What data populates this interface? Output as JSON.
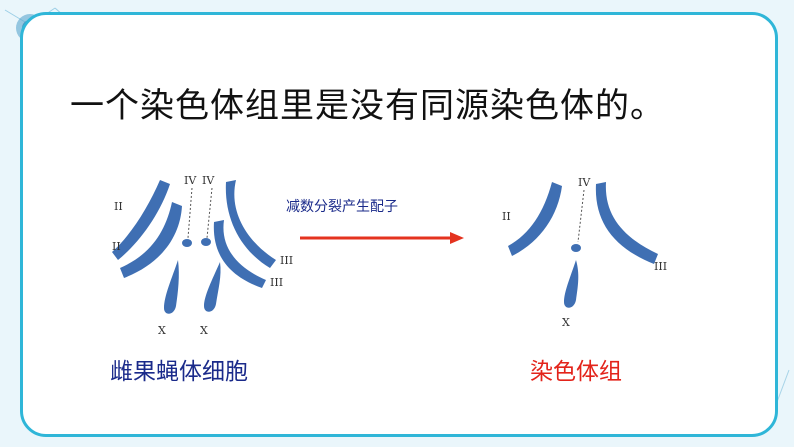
{
  "slide": {
    "headline": "一个染色体组里是没有同源染色体的。",
    "process_label": "减数分裂产生配子",
    "left_caption": "雌果蝇体细胞",
    "right_caption": "染色体组"
  },
  "left_labels": {
    "II_a": "II",
    "II_b": "II",
    "IV_a": "IV",
    "IV_b": "IV",
    "III_a": "III",
    "III_b": "III",
    "X_a": "X",
    "X_b": "X"
  },
  "right_labels": {
    "II": "II",
    "IV": "IV",
    "III": "III",
    "X": "X"
  },
  "colors": {
    "frame": "#2fb6d8",
    "chromosome": "#3f6fb3",
    "arrow": "#e4331f",
    "caption_left": "#1a2a8a",
    "caption_right": "#e3231a"
  }
}
